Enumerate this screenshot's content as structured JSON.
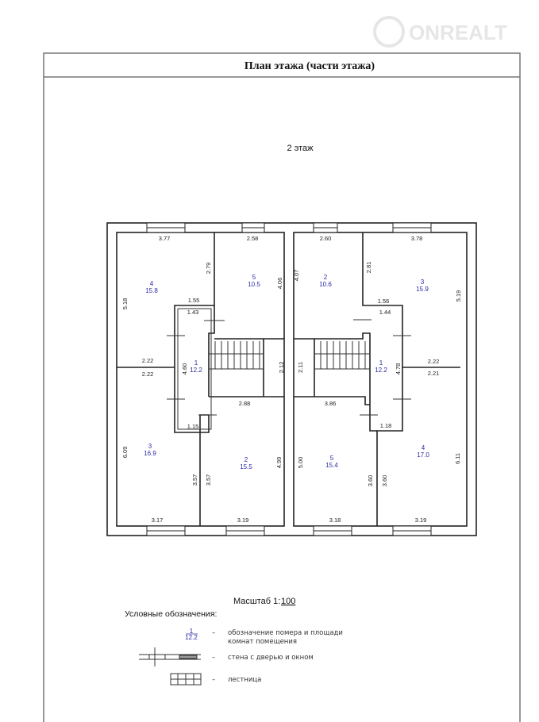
{
  "watermark": "ONREALT",
  "header": {
    "title": "План этажа (части этажа)"
  },
  "floor_label": "2 этаж",
  "left_unit": {
    "rooms": [
      {
        "number": "4",
        "area": "15.8"
      },
      {
        "number": "5",
        "area": "10.5"
      },
      {
        "number": "1",
        "area": "12.2"
      },
      {
        "number": "3",
        "area": "16.9"
      },
      {
        "number": "2",
        "area": "15.5"
      }
    ],
    "dims": [
      "3.77",
      "2.58",
      "2.79",
      "4.06",
      "5.18",
      "1.55",
      "1.43",
      "2.22",
      "2.22",
      "4.60",
      "2.12",
      "2.88",
      "1.15",
      "6.09",
      "3.57",
      "3.57",
      "4.99",
      "3.17",
      "3.19"
    ]
  },
  "right_unit": {
    "rooms": [
      {
        "number": "2",
        "area": "10.6"
      },
      {
        "number": "3",
        "area": "15.9"
      },
      {
        "number": "1",
        "area": "12.2"
      },
      {
        "number": "5",
        "area": "15.4"
      },
      {
        "number": "4",
        "area": "17.0"
      }
    ],
    "dims": [
      "2.60",
      "3.78",
      "4.07",
      "2.81",
      "5.19",
      "1.56",
      "1.44",
      "2.11",
      "4.78",
      "2.22",
      "2.21",
      "3.86",
      "1.18",
      "5.00",
      "3.60",
      "3.60",
      "6.11",
      "3.18",
      "3.19"
    ]
  },
  "scale": {
    "label": "Масштаб 1:",
    "value": "100"
  },
  "legend": {
    "title": "Условные обозначения:",
    "sample_number": "1",
    "sample_area": "12.2",
    "items": [
      {
        "dash": "–",
        "line1": "обозначение помера и площади",
        "line2": "комнат помещения"
      },
      {
        "dash": "–",
        "line1": "стена с дверью и окном"
      },
      {
        "dash": "–",
        "line1": "лестница"
      }
    ]
  }
}
